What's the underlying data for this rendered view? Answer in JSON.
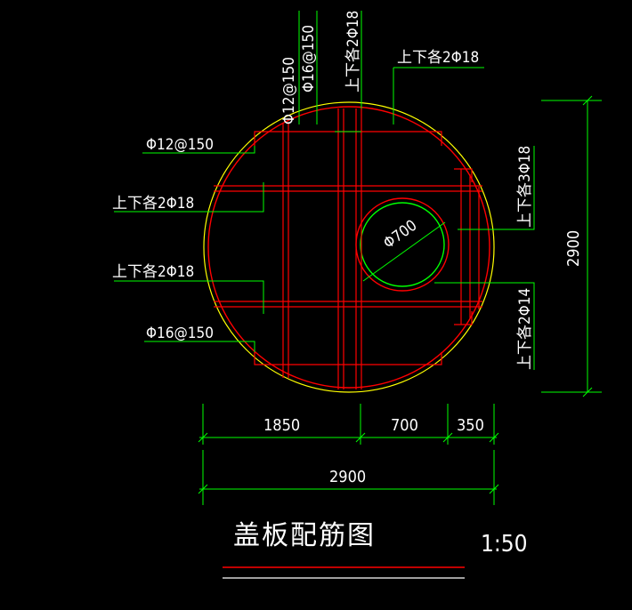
{
  "labels": {
    "top_left_1": "Φ12@150",
    "top_left_2": "Φ16@150",
    "top_mid": "上下各2Φ18",
    "top_right": "上下各2Φ18",
    "left_1": "Φ12@150",
    "left_2": "上下各2Φ18",
    "left_3": "上下各2Φ18",
    "left_4": "Φ16@150",
    "right_1": "上下各3Φ18",
    "right_2": "上下各2Φ14",
    "opening": "Φ700"
  },
  "dimensions": {
    "seg1": "1850",
    "seg2": "700",
    "seg3": "350",
    "total_horizontal": "2900",
    "total_vertical": "2900"
  },
  "title": "盖板配筋图",
  "scale": "1:50",
  "colors": {
    "background": "#000000",
    "outline": "#ffff00",
    "rebar": "#ff0000",
    "dimension": "#00ff00",
    "text": "#ffffff"
  }
}
